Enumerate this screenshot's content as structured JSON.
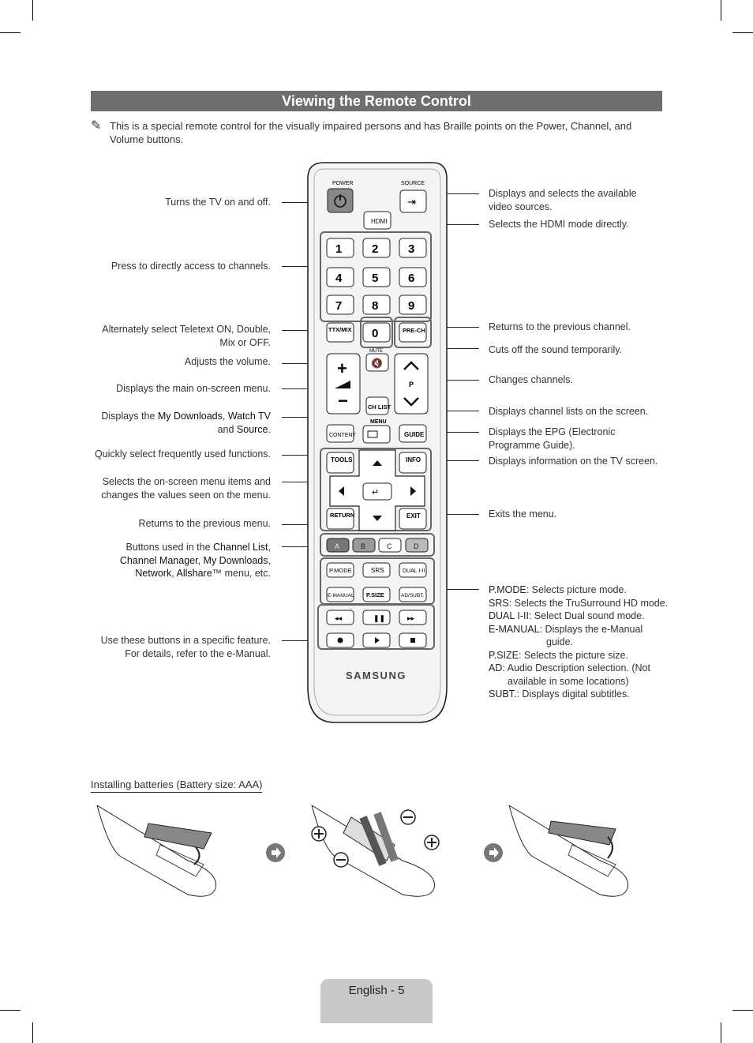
{
  "title": "Viewing the Remote Control",
  "intro": "This is a special remote control for the visually impaired persons and has Braille points on the Power, Channel, and Volume buttons.",
  "left_labels": [
    "Turns the TV on and off.",
    "Press to directly access to channels.",
    "Alternately select Teletext ON, Double, Mix or OFF.",
    "Adjusts the volume.",
    "Displays the main on-screen menu.",
    "Quickly select frequently used functions.",
    "Selects the on-screen menu items and changes the values seen on the menu.",
    "Returns to the previous menu.",
    "Use these buttons in a specific feature. For details, refer to the e-Manual."
  ],
  "content_label": {
    "prefix": "Displays the ",
    "a": "My Downloads",
    "sep1": ", ",
    "b": "Watch TV",
    "sep2": " and ",
    "c": "Source",
    "end": "."
  },
  "color_buttons_label": {
    "prefix": "Buttons used in the ",
    "a": "Channel List",
    "sep1": ", ",
    "b": "Channel Manager",
    "sep2": ", ",
    "c": "My Downloads",
    "sep3": ", ",
    "d": "Network",
    "sep4": ", ",
    "e": "Allshare",
    "end": "™ menu, etc."
  },
  "right_labels": [
    "Displays and selects the available video sources.",
    "Selects the HDMI mode directly.",
    "Returns to the previous channel.",
    "Cuts off the sound temporarily.",
    "Changes channels.",
    "Displays channel lists on the screen.",
    "Displays the EPG (Electronic Programme Guide).",
    "Displays information on the TV screen.",
    "Exits the menu."
  ],
  "function_list": [
    {
      "key": "P.MODE",
      "text": ": Selects picture mode."
    },
    {
      "key": "SRS",
      "text": ": Selects the TruSurround HD mode."
    },
    {
      "key": "DUAL I-II",
      "text": ": Select Dual sound mode."
    },
    {
      "key": "E-MANUAL",
      "text": ": Displays the e-Manual guide."
    },
    {
      "key": "P.SIZE",
      "text": ": Selects the picture size."
    },
    {
      "key": "AD",
      "text": ": Audio Description selection. (Not available in some locations)"
    },
    {
      "key": "SUBT.",
      "text": ": Displays digital subtitles."
    }
  ],
  "remote_keys": {
    "power": "POWER",
    "source": "SOURCE",
    "hdmi": "HDMI",
    "digits": [
      "1",
      "2",
      "3",
      "4",
      "5",
      "6",
      "7",
      "8",
      "9",
      "0"
    ],
    "ttx": "TTX/MIX",
    "prech": "PRE-CH",
    "mute": "MUTE",
    "p": "P",
    "chlist": "CH LIST",
    "menu": "MENU",
    "content": "CONTENT",
    "guide": "GUIDE",
    "tools": "TOOLS",
    "info": "INFO",
    "return": "RETURN",
    "exit": "EXIT",
    "colors": [
      "A",
      "B",
      "C",
      "D"
    ],
    "pmode": "P.MODE",
    "srs": "SRS",
    "dual": "DUAL I-II",
    "emanual": "E-MANUAL",
    "psize": "P.SIZE",
    "adsubt": "AD/SUBT.",
    "brand": "SAMSUNG"
  },
  "battery_title": "Installing batteries (Battery size: AAA)",
  "page_label": "English - 5"
}
